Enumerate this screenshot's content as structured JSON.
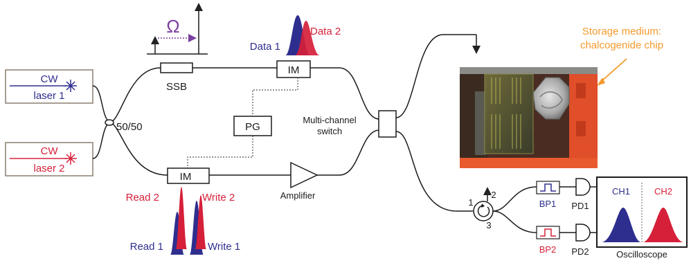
{
  "lasers": [
    {
      "line1": "CW",
      "line2": "laser 1",
      "color": "#2e2e8f"
    },
    {
      "line1": "CW",
      "line2": "laser 2",
      "color": "#d6203a"
    }
  ],
  "coupler_label": "50/50",
  "omega_symbol": "Ω",
  "ssb_label": "SSB",
  "im_top_label": "IM",
  "im_bottom_label": "IM",
  "pg_label": "PG",
  "data_labels": [
    "Data 1",
    "Data 2"
  ],
  "read_write_labels": {
    "read2": "Read 2",
    "write2": "Write 2",
    "read1": "Read 1",
    "write1": "Write 1"
  },
  "amplifier_label": "Amplifier",
  "switch_label": [
    "Multi-channel",
    "switch"
  ],
  "storage_label": [
    "Storage medium:",
    "chalcogenide chip"
  ],
  "circulator_ports": [
    "1",
    "2",
    "3"
  ],
  "bandpass": [
    "BP1",
    "BP2"
  ],
  "photodiodes": [
    "PD1",
    "PD2"
  ],
  "oscilloscope": {
    "ch1": "CH1",
    "ch2": "CH2",
    "label": "Oscilloscope"
  },
  "colors": {
    "blue": "#2e2e8f",
    "red": "#d6203a",
    "orange": "#f39a2d",
    "purple": "#7b3fa0"
  }
}
